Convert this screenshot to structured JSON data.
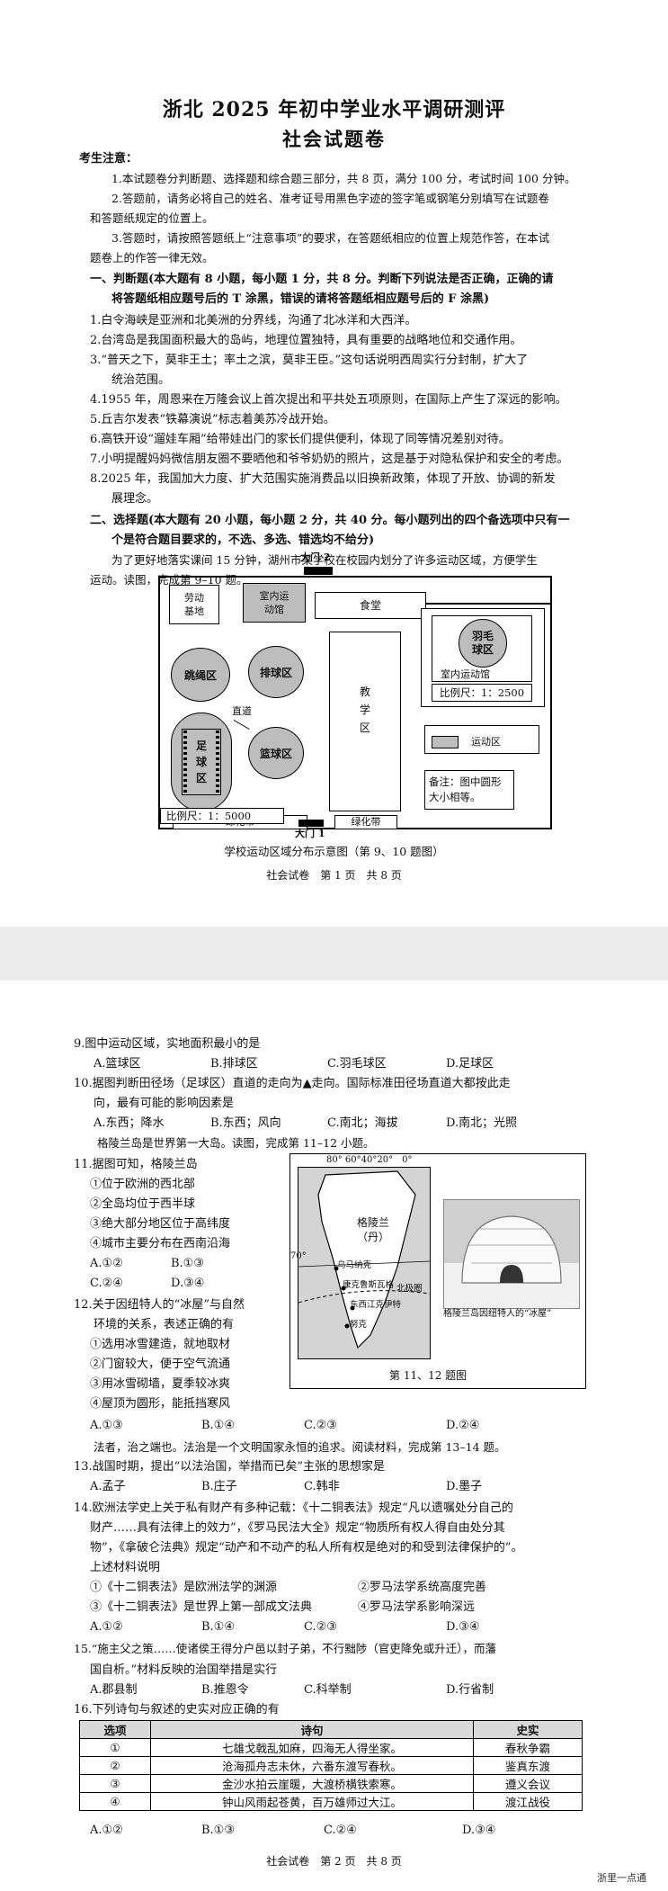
{
  "page1": {
    "title": "浙北 2025 年初中学业水平调研测评",
    "subtitle": "社会试题卷",
    "notice_heading": "考生注意：",
    "notice": [
      "1.本试题卷分判断题、选择题和综合题三部分，共 8 页，满分 100 分，考试时间 100 分钟。",
      "2.答题前，请务必将自己的姓名、准考证号用黑色字迹的签字笔或钢笔分别填写在试题卷",
      "和答题纸规定的位置上。",
      "3.答题时，请按照答题纸上“注意事项”的要求，在答题纸相应的位置上规范作答，在本试",
      "题卷上的作答一律无效。"
    ],
    "section1_heading": [
      "一、判断题(本大题有 8 小题，每小题 1 分，共 8 分。判断下列说法是否正确，正确的请",
      "将答题纸相应题号后的 T 涂黑，错误的请将答题纸相应题号后的 F 涂黑)"
    ],
    "judgments": [
      "1.白令海峡是亚洲和北美洲的分界线，沟通了北冰洋和大西洋。",
      "2.台湾岛是我国面积最大的岛屿，地理位置独特，具有重要的战略地位和交通作用。",
      "3.“普天之下，莫非王土；率土之滨，莫非王臣。”这句话说明西周实行分封制，扩大了",
      "统治范围。",
      "4.1955 年，周恩来在万隆会议上首次提出和平共处五项原则，在国际上产生了深远的影响。",
      "5.丘吉尔发表“铁幕演说”标志着美苏冷战开始。",
      "6.高铁开设“遛娃车厢”给带娃出门的家长们提供便利，体现了同等情况差别对待。",
      "7.小明提醒妈妈微信朋友圈不要晒他和爷爷奶奶的照片，这是基于对隐私保护和安全的考虑。",
      "8.2025 年，我国加大力度、扩大范围实施消费品以旧换新政策，体现了开放、协调的新发",
      "展理念。"
    ],
    "section2_heading": [
      "二、选择题(本大题有 20 小题，每小题 2 分，共 40 分。每小题列出的四个备选项中只有一",
      "个是符合题目要求的，不选、多选、错选均不给分)"
    ],
    "intro": [
      "为了更好地落实课间 15 分钟，湖州市某学校在校园内划分了许多运动区域，方便学生",
      "运动。读图，完成第 9–10 题。"
    ],
    "map": {
      "gate2": "大门 2",
      "gate1": "大门 1",
      "labor": "劳动\n基地",
      "indoor_center": "室内运\n动馆",
      "canteen": "食堂",
      "jump": "跳绳区",
      "volley": "排球区",
      "football": "足\n球\n区",
      "road": "直道",
      "basketball": "篮球区",
      "teach": "教\n学\n区",
      "badminton": "羽毛\n球区",
      "indoor_label": "室内运动馆",
      "scale_small": "比例尺：1：2500",
      "legend": "运动区",
      "green_left": "绿化带",
      "green_right": "绿化带",
      "scale_main": "比例尺：1：5000",
      "note": "备注：图中圆形\n大小相等。"
    },
    "map_caption": "学校运动区域分布示意图（第 9、10 题图）",
    "footer": "社会试卷　第 1 页　共 8 页"
  },
  "page2": {
    "q9": "9.图中运动区域，实地面积最小的是",
    "q9_opts": [
      "A.篮球区",
      "B.排球区",
      "C.羽毛球区",
      "D.足球区"
    ],
    "q10": [
      "10.据图判断田径场（足球区）直道的走向为▲走向。国际标准田径场直道大都按此走",
      "向，最有可能的影响因素是"
    ],
    "q10_opts": [
      "A.东西；降水",
      "B.东西；风向",
      "C.南北；海拔",
      "D.南北；光照"
    ],
    "intro2": "格陵兰岛是世界第一大岛。读图，完成第 11–12 小题。",
    "q11": "11.据图可知，格陵兰岛",
    "q11_items": [
      "①位于欧洲的西北部",
      "②全岛均位于西半球",
      "③绝大部分地区位于高纬度",
      "④城市主要分布在西南沿海"
    ],
    "q11_opts": [
      "A.①②",
      "B.①③",
      "C.②④",
      "D.③④"
    ],
    "q12": [
      "12.关于因纽特人的“冰屋”与自然",
      "环境的关系，表述正确的有"
    ],
    "q12_items": [
      "①选用冰雪建造，就地取材",
      "②门窗较大，便于空气流通",
      "③用冰雪砌墙，夏季较冰爽",
      "④屋顶为圆形，能抵挡寒风"
    ],
    "q12_opts": [
      "A.①③",
      "B.①④",
      "C.②③",
      "D.②④"
    ],
    "greenland": {
      "lon_labels": "80° 60°40°20°　0°",
      "lat70": "70°",
      "name": "格陵兰\n（丹）",
      "city1": "乌马纳克",
      "city2": "康克鲁斯瓦格",
      "city3": "东西江克伊特",
      "city4": "努克",
      "circle": "北极圈",
      "photo_caption": "格陵兰岛因纽特人的“冰屋”",
      "fig_caption": "第 11、12 题图"
    },
    "intro3": "法者，治之端也。法治是一个文明国家永恒的追求。阅读材料，完成第 13–14 题。",
    "q13": "13.战国时期，提出“以法治国，举措而已矣”主张的思想家是",
    "q13_opts": [
      "A.孟子",
      "B.庄子",
      "C.韩非",
      "D.墨子"
    ],
    "q14": [
      "14.欧洲法学史上关于私有财产有多种记载：《十二铜表法》规定“凡以遗嘱处分自己的",
      "财产……具有法律上的效力”，《罗马民法大全》规定“物质所有权人得自由处分其",
      "物”，《拿破仑法典》规定“动产和不动产的私人所有权是绝对的和受到法律保护的”。",
      "上述材料说明"
    ],
    "q14_items": [
      "①《十二铜表法》是欧洲法学的渊源",
      "②罗马法学系统高度完善",
      "③《十二铜表法》是世界上第一部成文法典",
      "④罗马法学系影响深远"
    ],
    "q14_opts": [
      "A.①②",
      "B.①④",
      "C.②③",
      "D.③④"
    ],
    "q15": [
      "15.“施主父之策……使诸侯王得分户邑以封子弟，不行黜陟（官吏降免或升迁），而藩",
      "国自析。”材料反映的治国举措是实行"
    ],
    "q15_opts": [
      "A.郡县制",
      "B.推恩令",
      "C.科举制",
      "D.行省制"
    ],
    "q16": "16.下列诗句与叙述的史实对应正确的有",
    "table_headers": [
      "选项",
      "诗句",
      "史实"
    ],
    "table_rows": [
      [
        "①",
        "七雄戈戟乱如麻，四海无人得坐家。",
        "春秋争霸"
      ],
      [
        "②",
        "沧海孤舟志未休，六番东渡写春秋。",
        "鉴真东渡"
      ],
      [
        "③",
        "金沙水拍云崖暖，大渡桥横铁索寒。",
        "遵义会议"
      ],
      [
        "④",
        "钟山风雨起苍黄，百万雄师过大江。",
        "渡江战役"
      ]
    ],
    "q16_opts": [
      "A.①②",
      "B.①③",
      "C.②④",
      "D.③④"
    ],
    "footer": "社会试卷　第 2 页　共 8 页",
    "watermark": "浙里一点通"
  }
}
